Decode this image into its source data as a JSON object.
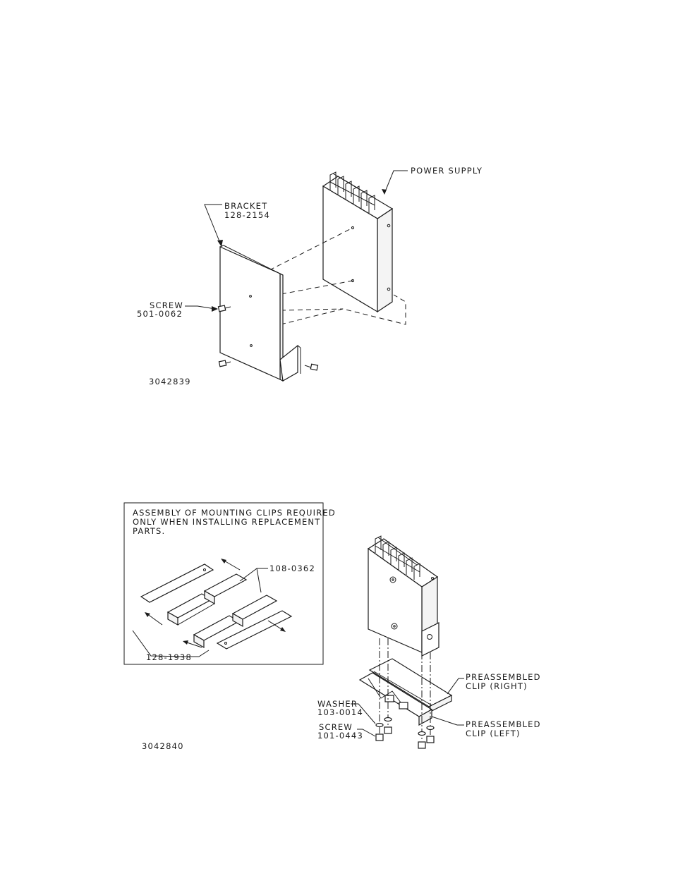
{
  "figure1": {
    "id": "3042839",
    "labels": {
      "power_supply": "POWER SUPPLY",
      "bracket_name": "BRACKET",
      "bracket_part": "128-2154",
      "screw_name": "SCREW",
      "screw_part": "501-0062"
    }
  },
  "figure2": {
    "id": "3042840",
    "inset_note": [
      "ASSEMBLY OF MOUNTING CLIPS REQUIRED",
      "ONLY WHEN INSTALLING REPLACEMENT",
      "PARTS."
    ],
    "labels": {
      "clip_part_a": "108-0362",
      "clip_part_b": "128-1938",
      "clip_right_1": "PREASSEMBLED",
      "clip_right_2": "CLIP (RIGHT)",
      "clip_left_1": "PREASSEMBLED",
      "clip_left_2": "CLIP (LEFT)",
      "washer_name": "WASHER",
      "washer_part": "103-0014",
      "screw_name": "SCREW",
      "screw_part": "101-0443"
    }
  }
}
